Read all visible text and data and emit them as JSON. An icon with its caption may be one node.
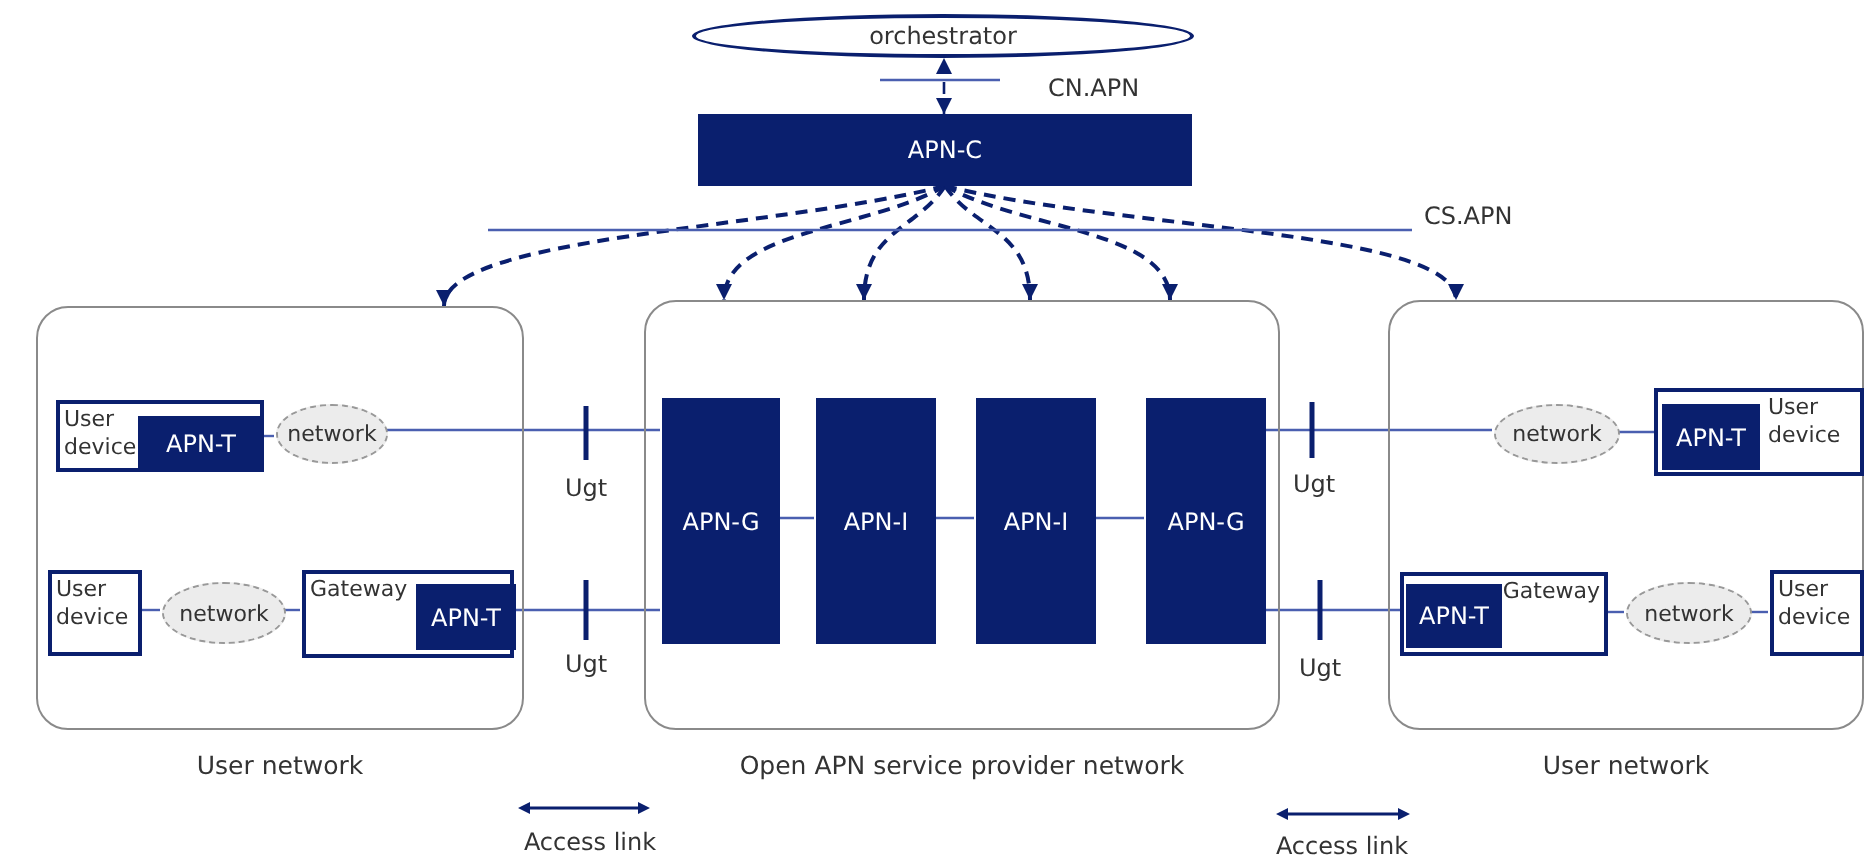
{
  "diagram": {
    "nodes": [
      {
        "text": [
          "orchestrator"
        ]
      },
      {
        "text": [
          "APN-C"
        ]
      },
      {
        "text": [
          "User network"
        ]
      },
      {
        "text": [
          "User device"
        ],
        "in": 2
      },
      {
        "text": [
          "APN-T"
        ],
        "in": 3
      },
      {
        "text": [
          "network"
        ],
        "in": 2
      },
      {
        "text": [
          "User device"
        ],
        "in": 2
      },
      {
        "text": [
          "network"
        ],
        "in": 2
      },
      {
        "text": [
          "Gateway"
        ],
        "in": 2
      },
      {
        "text": [
          "APN-T"
        ],
        "in": 8
      },
      {
        "text": [
          "Open APN service provider network"
        ]
      },
      {
        "text": [
          "APN-G"
        ],
        "in": 10
      },
      {
        "text": [
          "APN-I"
        ],
        "in": 10
      },
      {
        "text": [
          "APN-I"
        ],
        "in": 10
      },
      {
        "text": [
          "APN-G"
        ],
        "in": 10
      },
      {
        "text": [
          "User network"
        ]
      },
      {
        "text": [
          "network"
        ],
        "in": 15
      },
      {
        "text": [
          "User device"
        ],
        "in": 15
      },
      {
        "text": [
          "APN-T"
        ],
        "in": 17
      },
      {
        "text": [
          "Gateway"
        ],
        "in": 15
      },
      {
        "text": [
          "APN-T"
        ],
        "in": 19
      },
      {
        "text": [
          "network"
        ],
        "in": 15
      },
      {
        "text": [
          "User device"
        ],
        "in": 15
      }
    ],
    "edges": [
      {
        "from": 1,
        "to": 0,
        "arrow": "both",
        "style": "dashed",
        "color": "#0a1f6e"
      },
      {
        "from": 1,
        "to": 2,
        "arrow": "to",
        "style": "dashed",
        "color": "#0a1f6e"
      },
      {
        "from": 1,
        "to": 10,
        "arrow": "to",
        "style": "dashed",
        "color": "#0a1f6e"
      },
      {
        "from": 1,
        "to": 10,
        "arrow": "to",
        "style": "dashed",
        "color": "#0a1f6e"
      },
      {
        "from": 1,
        "to": 10,
        "arrow": "to",
        "style": "dashed",
        "color": "#0a1f6e"
      },
      {
        "from": 1,
        "to": 10,
        "arrow": "to",
        "style": "dashed",
        "color": "#0a1f6e"
      },
      {
        "from": 1,
        "to": 15,
        "arrow": "to",
        "style": "dashed",
        "color": "#0a1f6e"
      },
      {
        "from": 4,
        "to": 5,
        "arrow": "none"
      },
      {
        "from": 5,
        "to": 11,
        "arrow": "none"
      },
      {
        "from": 6,
        "to": 7,
        "arrow": "none"
      },
      {
        "from": 7,
        "to": 8,
        "arrow": "none"
      },
      {
        "from": 9,
        "to": 11,
        "arrow": "none"
      },
      {
        "from": 11,
        "to": 12,
        "arrow": "none"
      },
      {
        "from": 12,
        "to": 13,
        "arrow": "none"
      },
      {
        "from": 13,
        "to": 14,
        "arrow": "none"
      },
      {
        "from": 14,
        "to": 16,
        "arrow": "none"
      },
      {
        "from": 16,
        "to": 18,
        "arrow": "none"
      },
      {
        "from": 14,
        "to": 20,
        "arrow": "none"
      },
      {
        "from": 19,
        "to": 21,
        "arrow": "none"
      },
      {
        "from": 21,
        "to": 22,
        "arrow": "none"
      }
    ],
    "labels": [
      "CN.APN",
      "CS.APN",
      "Ugt",
      "Ugt",
      "Ugt",
      "Ugt",
      "Access link",
      "Access link"
    ]
  }
}
